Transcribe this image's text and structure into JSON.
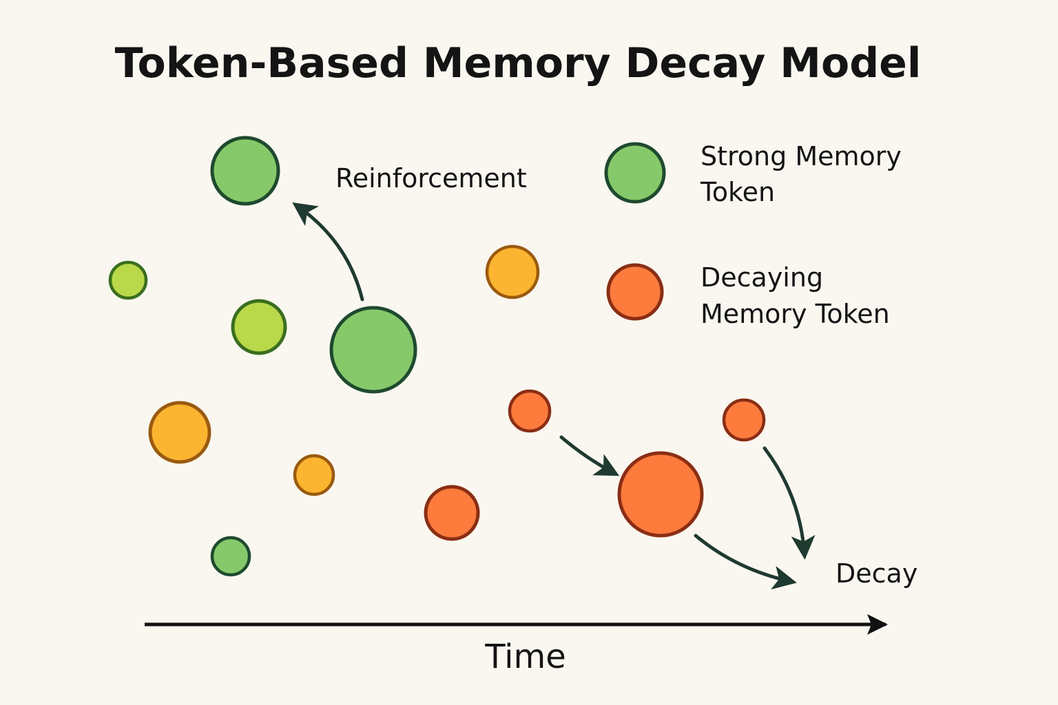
{
  "title": "Token-Based Memory Decay Model",
  "labels": {
    "reinforcement": "Reinforcement",
    "decay": "Decay",
    "time_axis": "Time"
  },
  "legend": {
    "strong": {
      "line1": "Strong Memory",
      "line2": "Token",
      "color": "#86c96a"
    },
    "decaying": {
      "line1": "Decaying",
      "line2": "Memory Token",
      "color": "#fd7b3c"
    }
  },
  "colors": {
    "background": "#faf7f0",
    "strong_green": "#86c96a",
    "lime": "#b9d84a",
    "amber": "#fcb530",
    "orange": "#fd7b3c",
    "arrow": "#1f3a30",
    "axis": "#111111"
  }
}
